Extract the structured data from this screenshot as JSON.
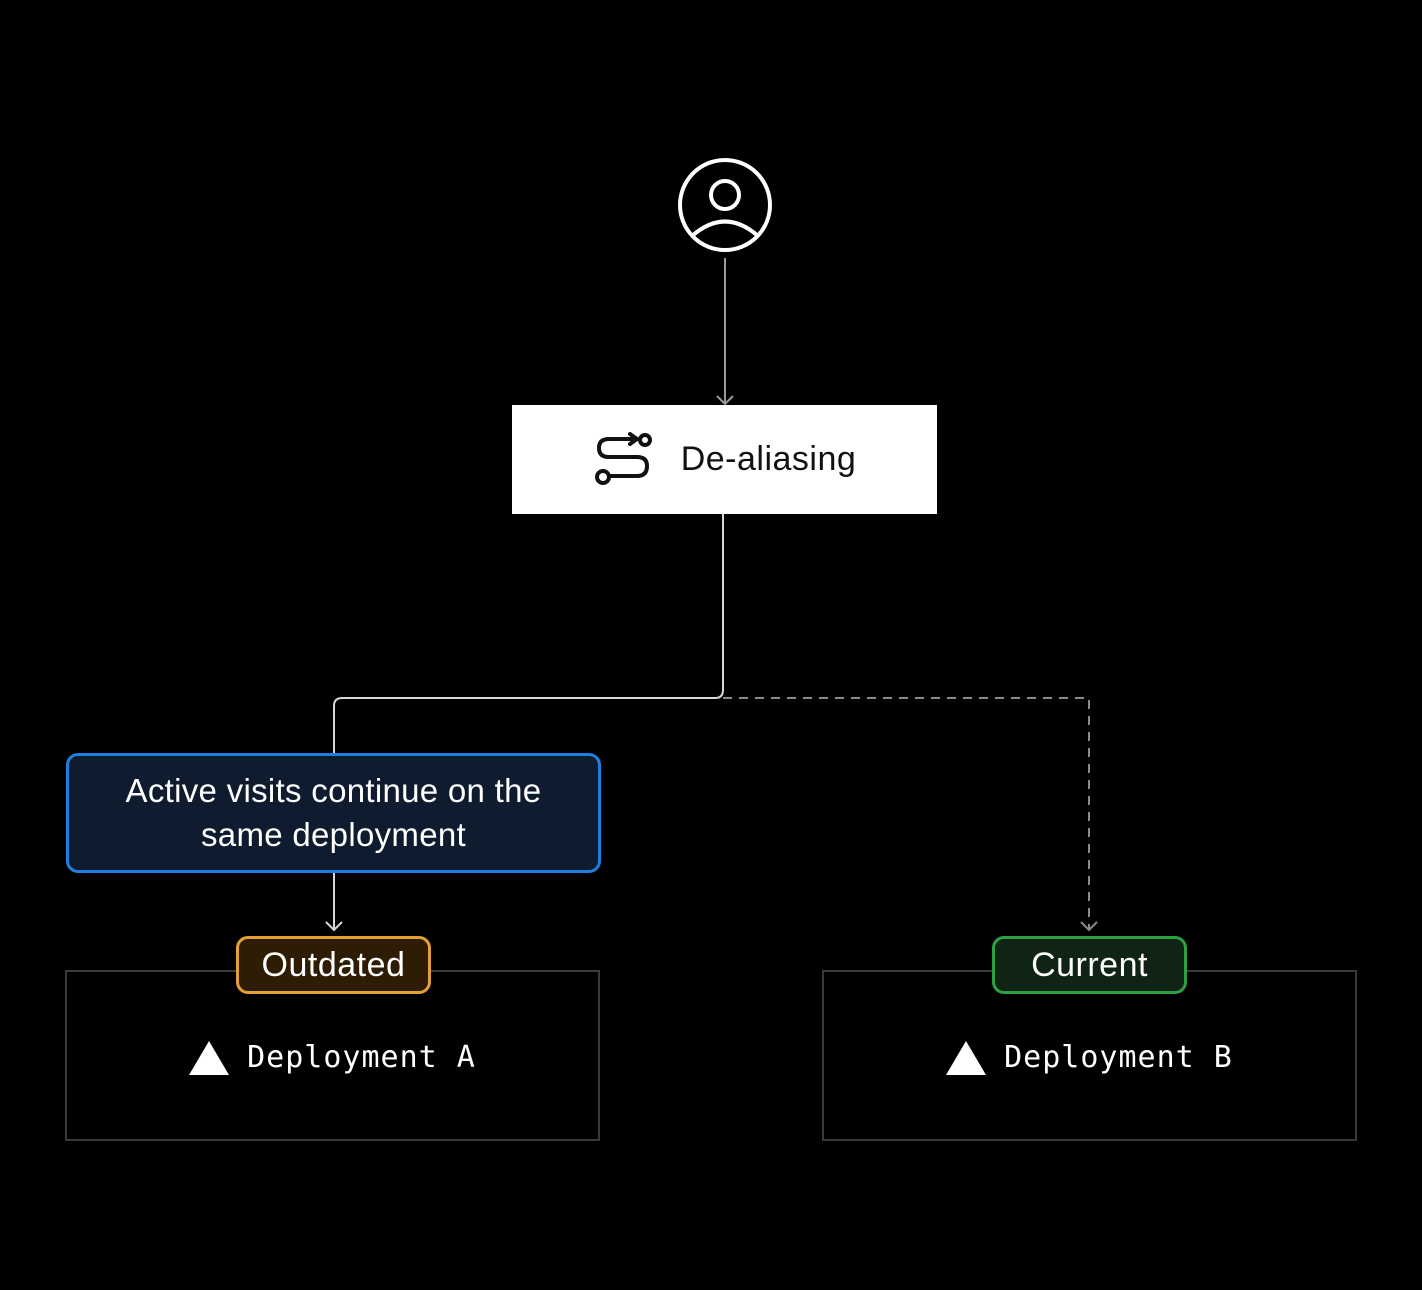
{
  "diagram": {
    "dealias_label": "De-aliasing",
    "note_text": "Active visits continue on the same deployment",
    "deployments": [
      {
        "badge": "Outdated",
        "label": "Deployment A"
      },
      {
        "badge": "Current",
        "label": "Deployment B"
      }
    ]
  },
  "icons": {
    "user": "user-circle-icon",
    "route": "route-icon",
    "deployment": "triangle-icon"
  },
  "colors": {
    "background": "#000000",
    "note_border": "#1f7fe0",
    "note_fill": "#0f1b2e",
    "outdated_border": "#e5a033",
    "outdated_fill": "#2f1c05",
    "current_border": "#2ea043",
    "current_fill": "#0f2414"
  }
}
